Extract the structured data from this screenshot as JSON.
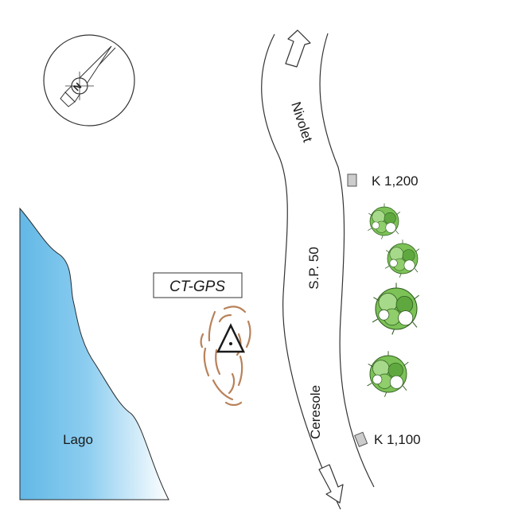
{
  "lake": {
    "label": "Lago",
    "colors": {
      "deep": "#62b8e6",
      "light": "#ffffff"
    }
  },
  "road": {
    "name": "S.P. 50",
    "north_destination": "Nivolet",
    "south_destination": "Ceresole"
  },
  "markers": [
    {
      "label": "K 1,200"
    },
    {
      "label": "K 1,100"
    }
  ],
  "station": {
    "label": "CT-GPS"
  },
  "compass": {
    "letter": "N"
  },
  "colors": {
    "rock": "#b8825a",
    "marker_fill": "#cccccc",
    "tree": "#6fb548"
  }
}
